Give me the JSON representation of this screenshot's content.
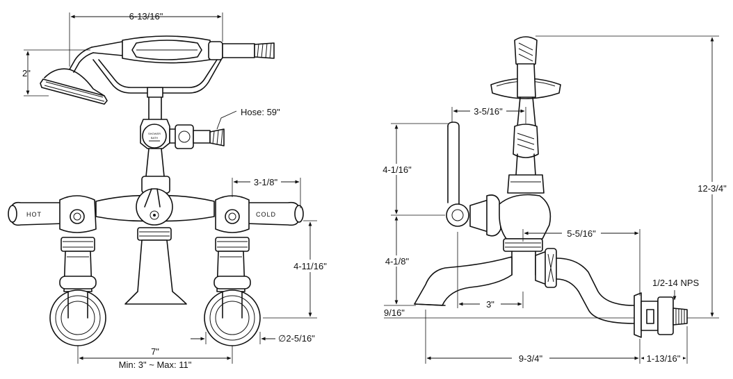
{
  "front_view": {
    "handle_hot": "HOT",
    "handle_cold": "COLD",
    "diverter_line1": "SHOWER",
    "diverter_line2": "BATH",
    "dims": {
      "cradle_width": "6-13/16\"",
      "handshower_height": "2\"",
      "hose": "Hose: 59\"",
      "handle_spacing": "3-1/8\"",
      "height": "4-11/16\"",
      "flange_dia": "∅2-5/16\"",
      "centers": "7\"",
      "centers_range": "Min: 3\" ~ Max: 11\""
    }
  },
  "side_view": {
    "dims": {
      "riser_offset": "3-5/16\"",
      "upper_height": "4-1/16\"",
      "lower_height": "4-1/8\"",
      "overall_height": "12-3/4\"",
      "inlet_reach": "5-5/16\"",
      "thread": "1/2-14 NPS",
      "spout_offset": "3\"",
      "spout_lip": "9/16\"",
      "overall_depth": "9-3/4\"",
      "shank_length": "1-13/16\""
    }
  }
}
